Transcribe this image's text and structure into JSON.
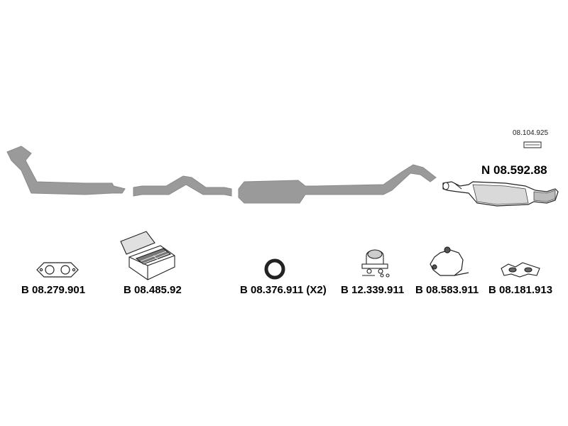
{
  "main_parts": {
    "rear_silencer_label": "N 08.592.88",
    "small_part_label": "08.104.925"
  },
  "accessories": [
    {
      "label": "B 08.279.901",
      "icon": "gasket-icon"
    },
    {
      "label": "B 08.485.92",
      "icon": "mounting-kit-box-icon"
    },
    {
      "label": "B 08.376.911 (X2)",
      "icon": "ring-gasket-icon"
    },
    {
      "label": "B 12.339.911",
      "icon": "clamp-icon"
    },
    {
      "label": "B 08.583.911",
      "icon": "rubber-hanger-icon"
    },
    {
      "label": "B 08.181.913",
      "icon": "flange-gasket-icon"
    }
  ],
  "colors": {
    "part_fill": "#9a9a9a",
    "part_dark": "#555555",
    "line": "#222222"
  }
}
